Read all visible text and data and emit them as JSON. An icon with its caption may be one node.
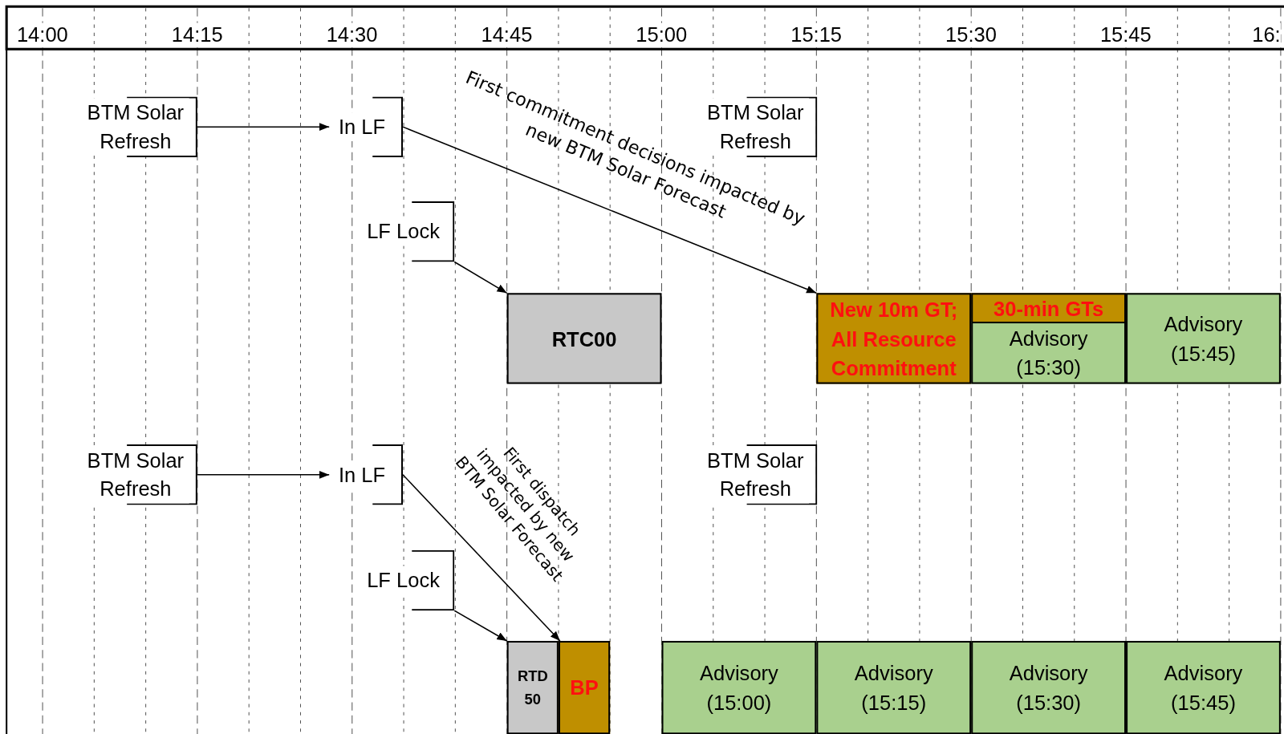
{
  "diagram": {
    "nodes": [
      {
        "text": [
          "BTM Solar Refresh"
        ]
      },
      {
        "text": [
          "In LF"
        ]
      },
      {
        "text": [
          "LF Lock"
        ]
      },
      {
        "text": [
          "RTC00"
        ]
      },
      {
        "text": [
          "BTM Solar Refresh"
        ]
      },
      {
        "text": [
          "New 10m GT; All Resource Commitment"
        ]
      },
      {
        "text": [
          "30-min GTs"
        ]
      },
      {
        "text": [
          "Advisory (15:30)"
        ]
      },
      {
        "text": [
          "Advisory (15:45)"
        ]
      },
      {
        "text": [
          "BTM Solar Refresh"
        ]
      },
      {
        "text": [
          "In LF"
        ]
      },
      {
        "text": [
          "LF Lock"
        ]
      },
      {
        "text": [
          "RTD 50"
        ]
      },
      {
        "text": [
          "BP"
        ]
      },
      {
        "text": [
          "BTM Solar Refresh"
        ]
      },
      {
        "text": [
          "Advisory (15:00)"
        ]
      },
      {
        "text": [
          "Advisory (15:15)"
        ]
      },
      {
        "text": [
          "Advisory (15:30)"
        ]
      },
      {
        "text": [
          "Advisory (15:45)"
        ]
      }
    ],
    "edges": [
      {
        "from": 0,
        "to": 1,
        "arrow": "to"
      },
      {
        "from": 1,
        "to": 5,
        "arrow": "to",
        "label": "First commitment decisions impacted by new BTM Solar Forecast"
      },
      {
        "from": 2,
        "to": 3,
        "arrow": "to"
      },
      {
        "from": 9,
        "to": 10,
        "arrow": "to"
      },
      {
        "from": 10,
        "to": 13,
        "arrow": "to",
        "label": "First dispatch impacted by new BTM Solar Forecast"
      },
      {
        "from": 11,
        "to": 12,
        "arrow": "to"
      }
    ],
    "labels": [
      "14:00",
      "14:15",
      "14:30",
      "14:45",
      "15:00",
      "15:15",
      "15:30",
      "15:45",
      "16:"
    ]
  }
}
